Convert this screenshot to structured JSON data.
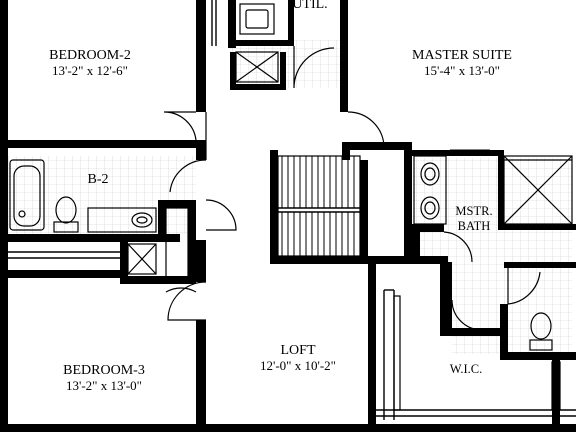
{
  "rooms": {
    "util": {
      "name": "UTIL."
    },
    "bedroom2": {
      "name": "BEDROOM-2",
      "dims": "13'-2\" x 12'-6\""
    },
    "master_suite": {
      "name": "MASTER SUITE",
      "dims": "15'-4\" x 13'-0\""
    },
    "b2": {
      "name": "B-2"
    },
    "mstr_bath": {
      "name_line1": "MSTR.",
      "name_line2": "BATH"
    },
    "loft": {
      "name": "LOFT",
      "dims": "12'-0\" x 10'-2\""
    },
    "bedroom3": {
      "name": "BEDROOM-3",
      "dims": "13'-2\" x 13'-0\""
    },
    "wic": {
      "name": "W.I.C."
    }
  },
  "colors": {
    "wall": "#000000",
    "tile": "#c9c9c9",
    "background": "#ffffff"
  }
}
